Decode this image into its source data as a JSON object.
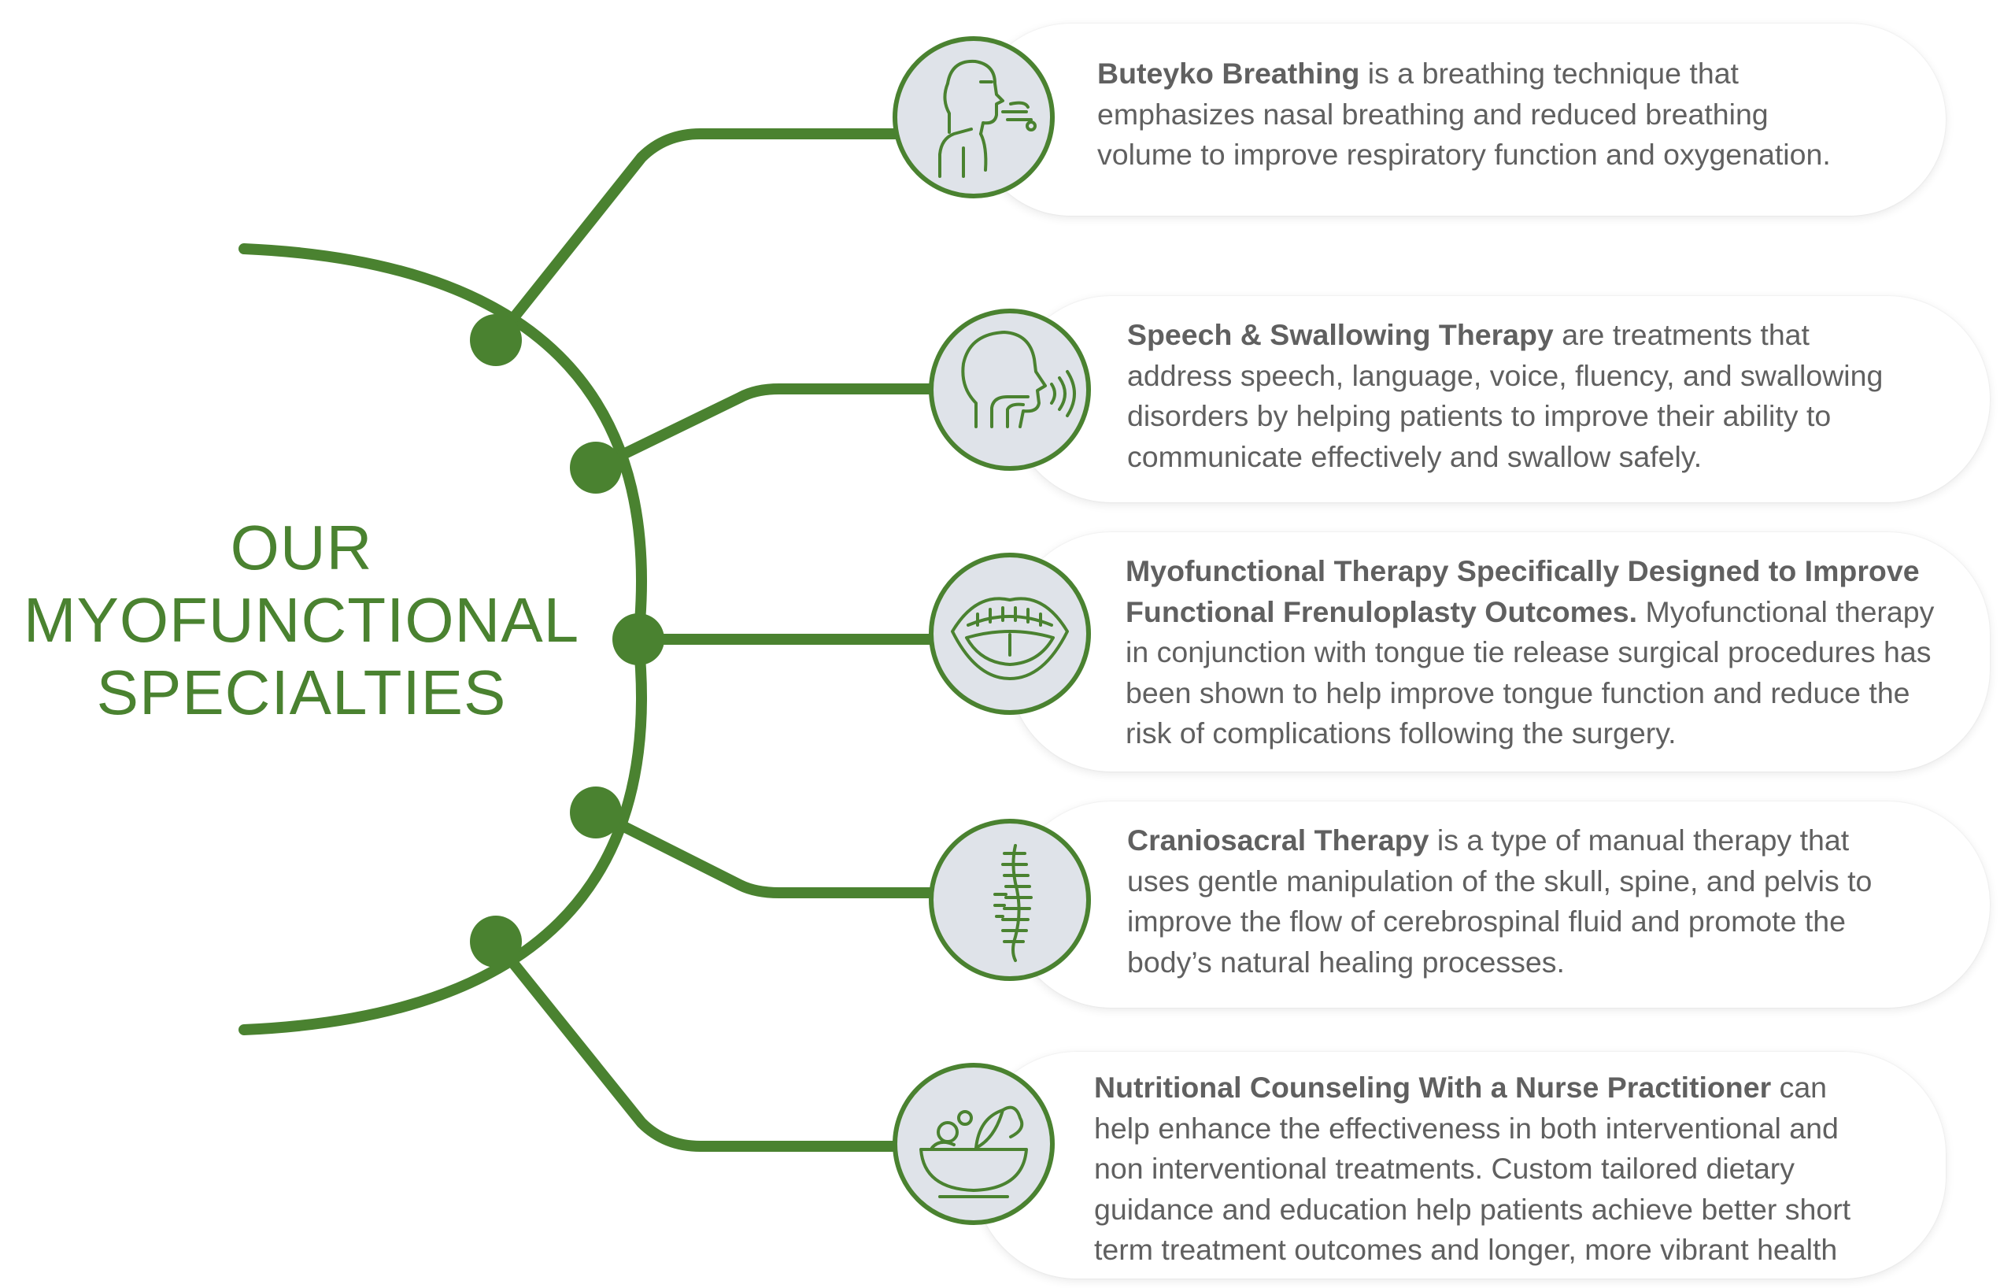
{
  "colors": {
    "brand_green": "#4a8230",
    "icon_background": "#dfe3e9",
    "body_text": "#606060"
  },
  "title": {
    "line1": "OUR",
    "line2": "MYOFUNCTIONAL",
    "line3": "SPECIALTIES"
  },
  "specialties": [
    {
      "icon": "breathing-person-icon",
      "term": "Buteyko Breathing",
      "lines": [
        " is a breathing technique that",
        "emphasizes nasal breathing and reduced breathing",
        "volume to improve respiratory function and oxygenation."
      ]
    },
    {
      "icon": "head-profile-speech-icon",
      "term": "Speech & Swallowing Therapy",
      "lines": [
        " are treatments that",
        "address speech, language, voice, fluency, and swallowing",
        "disorders by helping patients to improve their ability to",
        "communicate effectively and swallow safely."
      ]
    },
    {
      "icon": "open-mouth-icon",
      "term_line1": "Myofunctional Therapy Specifically Designed to Improve",
      "term_line2": "Functional Frenuloplasty Outcomes.",
      "lines": [
        " Myofunctional therapy",
        "in conjunction with tongue tie release surgical procedures has",
        "been shown to help improve tongue function and reduce the",
        "risk of complications following the surgery."
      ]
    },
    {
      "icon": "spine-icon",
      "term": "Craniosacral Therapy",
      "lines": [
        " is a type of manual therapy that",
        "uses gentle manipulation of the skull, spine, and pelvis to",
        "improve the flow of cerebrospinal fluid and promote the",
        "body’s natural healing processes."
      ]
    },
    {
      "icon": "salad-bowl-icon",
      "term": "Nutritional Counseling With a Nurse Practitioner",
      "lines": [
        " can",
        "help enhance the effectiveness in both interventional and",
        "non interventional treatments. Custom tailored dietary",
        "guidance and education help patients achieve better short",
        "term treatment outcomes and longer, more vibrant health"
      ]
    }
  ]
}
